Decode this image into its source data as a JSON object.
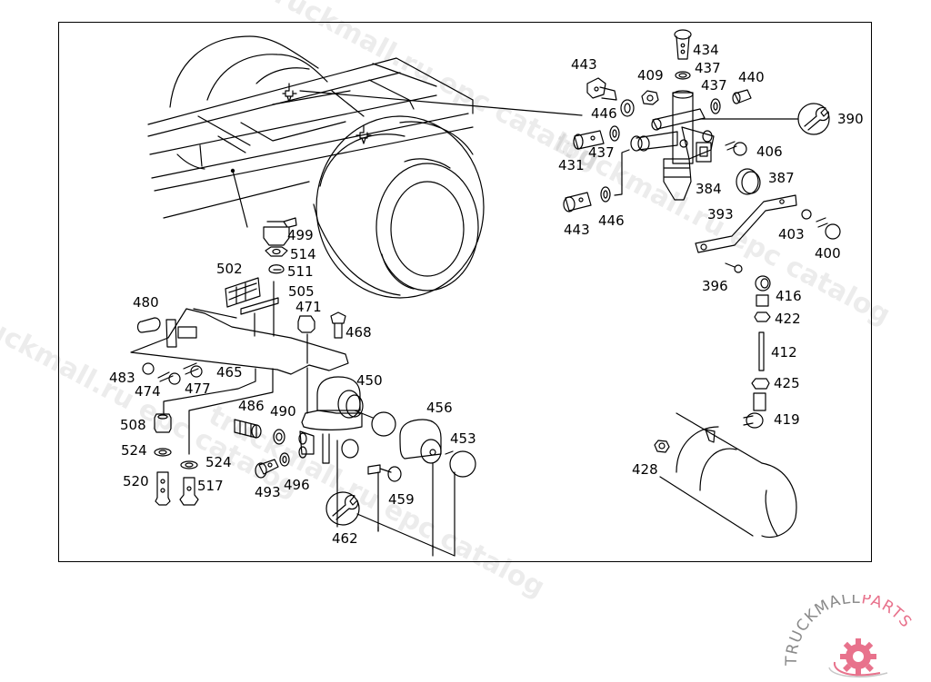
{
  "diagram": {
    "title": "Trailer control / brake valve assembly - exploded view",
    "line_color": "#000000",
    "background": "#ffffff"
  },
  "callouts": [
    {
      "id": "434",
      "label": "434"
    },
    {
      "id": "437a",
      "label": "437"
    },
    {
      "id": "443a",
      "label": "443"
    },
    {
      "id": "409",
      "label": "409"
    },
    {
      "id": "440",
      "label": "440"
    },
    {
      "id": "437b",
      "label": "437"
    },
    {
      "id": "446a",
      "label": "446"
    },
    {
      "id": "390",
      "label": "390"
    },
    {
      "id": "437c",
      "label": "437"
    },
    {
      "id": "406",
      "label": "406"
    },
    {
      "id": "431",
      "label": "431"
    },
    {
      "id": "387",
      "label": "387"
    },
    {
      "id": "384",
      "label": "384"
    },
    {
      "id": "443b",
      "label": "443"
    },
    {
      "id": "446b",
      "label": "446"
    },
    {
      "id": "393",
      "label": "393"
    },
    {
      "id": "403",
      "label": "403"
    },
    {
      "id": "400",
      "label": "400"
    },
    {
      "id": "396",
      "label": "396"
    },
    {
      "id": "416",
      "label": "416"
    },
    {
      "id": "422",
      "label": "422"
    },
    {
      "id": "412",
      "label": "412"
    },
    {
      "id": "425",
      "label": "425"
    },
    {
      "id": "419",
      "label": "419"
    },
    {
      "id": "428",
      "label": "428"
    },
    {
      "id": "499",
      "label": "499"
    },
    {
      "id": "514",
      "label": "514"
    },
    {
      "id": "511",
      "label": "511"
    },
    {
      "id": "502",
      "label": "502"
    },
    {
      "id": "505",
      "label": "505"
    },
    {
      "id": "471",
      "label": "471"
    },
    {
      "id": "468",
      "label": "468"
    },
    {
      "id": "480",
      "label": "480"
    },
    {
      "id": "483",
      "label": "483"
    },
    {
      "id": "474",
      "label": "474"
    },
    {
      "id": "477",
      "label": "477"
    },
    {
      "id": "465",
      "label": "465"
    },
    {
      "id": "450",
      "label": "450"
    },
    {
      "id": "486",
      "label": "486"
    },
    {
      "id": "490",
      "label": "490"
    },
    {
      "id": "456",
      "label": "456"
    },
    {
      "id": "453",
      "label": "453"
    },
    {
      "id": "508",
      "label": "508"
    },
    {
      "id": "524a",
      "label": "524"
    },
    {
      "id": "524b",
      "label": "524"
    },
    {
      "id": "520",
      "label": "520"
    },
    {
      "id": "517",
      "label": "517"
    },
    {
      "id": "493",
      "label": "493"
    },
    {
      "id": "496",
      "label": "496"
    },
    {
      "id": "459",
      "label": "459"
    },
    {
      "id": "462",
      "label": "462"
    }
  ],
  "watermarks": [
    "truckmall.ru epc catalog",
    "truckmall.ru epc catalog",
    "truckmall.ru epc catalog",
    "truckmall.ru epc catalog"
  ],
  "logo": {
    "text_main": "TRUCKMALL",
    "text_accent": "PARTS",
    "main_color": "#8a8a8a",
    "accent_color": "#e8728c"
  }
}
